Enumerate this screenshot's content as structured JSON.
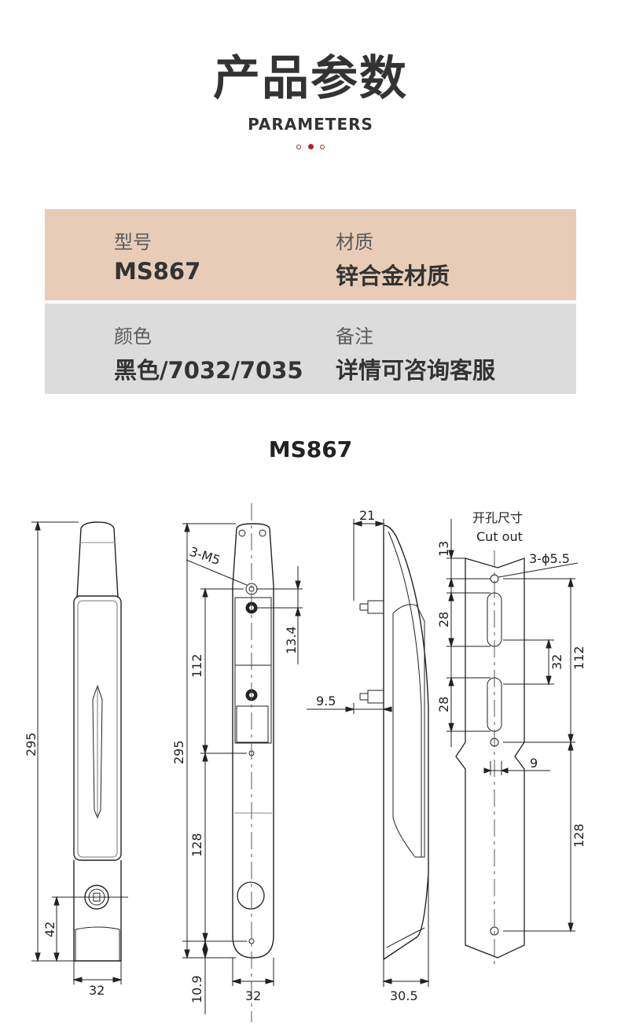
{
  "header": {
    "title": "产品参数",
    "subtitle": "PARAMETERS"
  },
  "params": {
    "model_label": "型号",
    "model_value": "MS867",
    "material_label": "材质",
    "material_value": "锌合金材质",
    "color_label": "颜色",
    "color_value": "黑色/7032/7035",
    "remark_label": "备注",
    "remark_value": "详情可咨询客服"
  },
  "drawing": {
    "title": "MS867",
    "dims": {
      "front_height": "295",
      "front_key_offset": "42",
      "front_width": "32",
      "side_screw": "3-M5",
      "side_112": "112",
      "side_295": "295",
      "side_128": "128",
      "side_13_4": "13.4",
      "side_10_9": "10.9",
      "side_width": "32",
      "profile_21": "21",
      "profile_9_5": "9.5",
      "profile_30_5": "30.5",
      "cut_13": "13",
      "cut_holes": "3-ϕ5.5",
      "cut_28_top": "28",
      "cut_32": "32",
      "cut_112": "112",
      "cut_28_bottom": "28",
      "cut_9": "9",
      "cut_128": "128"
    },
    "cutout_title_cn": "开孔尺寸",
    "cutout_title_en": "Cut out"
  },
  "colors": {
    "accent": "#b0262b",
    "row1_bg": "#e7cdb7",
    "row2_bg": "#dcdcdc"
  }
}
